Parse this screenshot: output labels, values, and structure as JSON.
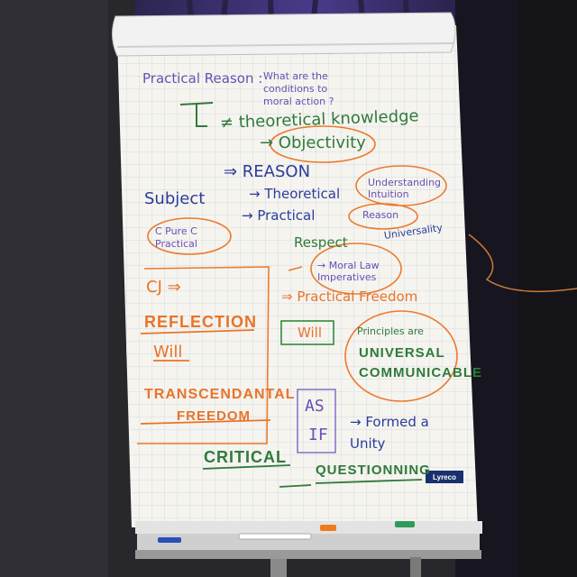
{
  "scene": {
    "background_colors": {
      "wall": "#2a2a30",
      "curtain": "#3a2a6a",
      "paper": "#f4f3ef",
      "grid": "#cfd3dc"
    }
  },
  "flipchart": {
    "notes": {
      "practical_reason": "Practical Reason :",
      "question": "What are the conditions to moral action ?",
      "theoretical_knowledge": "≠ theoretical knowledge",
      "objectivity": "→ Objectivity",
      "reason": "⇒ REASON",
      "subject": "Subject",
      "theoretical": "→ Theoretical",
      "understanding_intuition": "Understanding Intuition",
      "practical": "→ Practical",
      "reason_small": "Reason",
      "pure_practical": "C Pure C Practical",
      "respect": "Respect",
      "universality": "Universality",
      "moral_law": "→ Moral Law Imperatives",
      "cj": "CJ ⇒",
      "practical_freedom": "⇒ Practical Freedom",
      "reflection": "REFLECTION",
      "will_orange": "Will",
      "will_green": "Will",
      "principles": "Principles are",
      "universal": "UNIVERSAL",
      "communicable": "COMMUNICABLE",
      "transcendental": "TRANSCENDANTAL",
      "freedom": "FREEDOM",
      "as": "AS",
      "if": "IF",
      "formed_a_unity": "→ Formed a Unity",
      "critical": "CRITICAL",
      "questionning": "QUESTIONNING"
    },
    "brand": "Lyreco"
  }
}
